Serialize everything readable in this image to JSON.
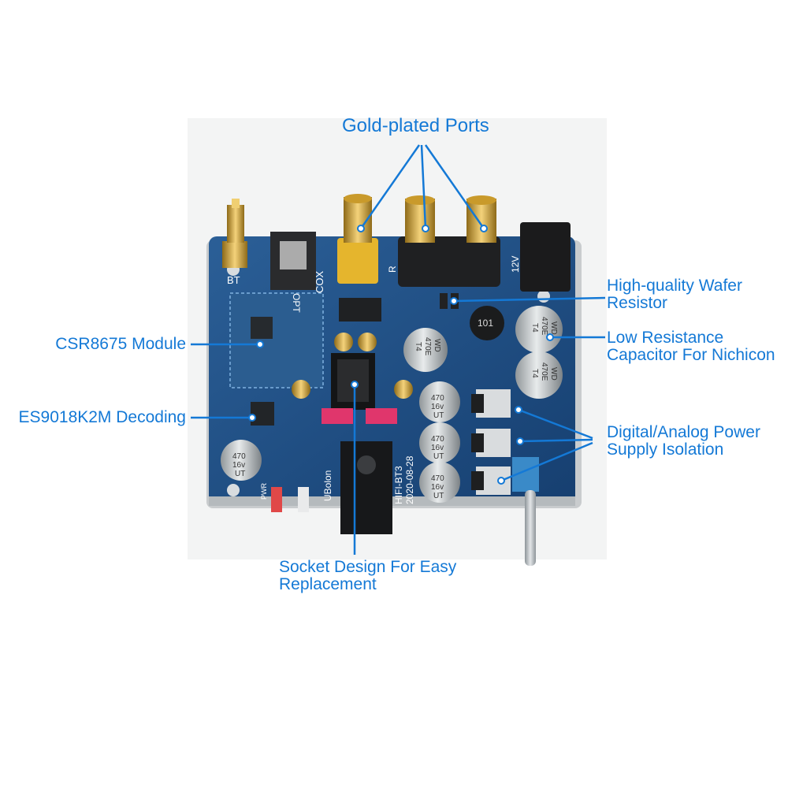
{
  "callouts": {
    "gold_ports": "Gold-plated Ports",
    "wafer_resistor": [
      "High-quality Wafer",
      "Resistor"
    ],
    "low_resistance": [
      "Low Resistance",
      "Capacitor For Nichicon"
    ],
    "csr_module": "CSR8675 Module",
    "es9018": "ES9018K2M Decoding",
    "power_isolation": [
      "Digital/Analog Power",
      "Supply Isolation"
    ],
    "socket": [
      "Socket Design For Easy",
      "Replacement"
    ]
  },
  "board_silkscreen": {
    "bt": "BT",
    "opt": "OPT",
    "cox": "COX",
    "r": "R",
    "v12": "12V",
    "model": "HIFI-BT3",
    "date": "2020-08-28",
    "brand": "UBolon",
    "pwr": "PWR",
    "chip_101": "101"
  },
  "capacitor_text": {
    "c470": "470",
    "c16v": "16v",
    "ut": "UT",
    "wd": "WD",
    "t4": "T4",
    "c470e": "470E"
  },
  "colors": {
    "callout_blue": "#1479d6",
    "board_blue": "#1b4f86",
    "gold": "#d7a73a",
    "background": "#ffffff"
  }
}
